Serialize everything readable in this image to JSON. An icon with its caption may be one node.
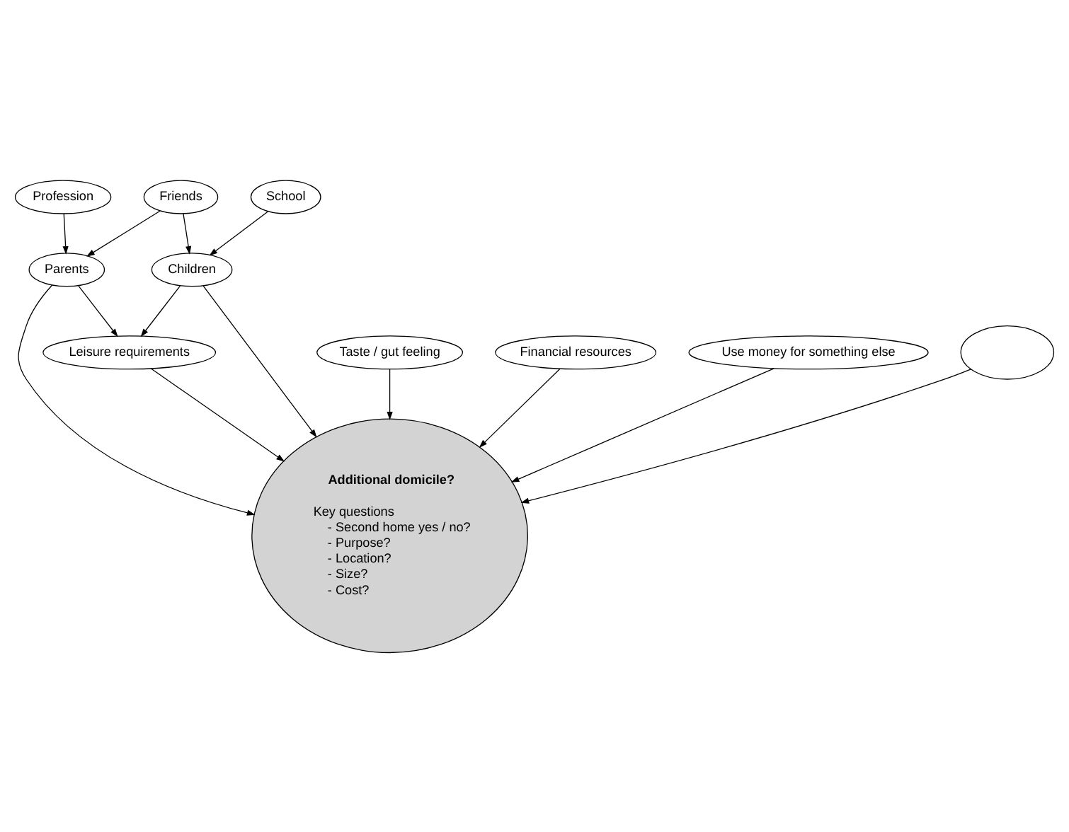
{
  "diagram": {
    "nodes": [
      {
        "text": [
          "Friends"
        ]
      },
      {
        "text": [
          "School"
        ]
      },
      {
        "text": [
          "Parents"
        ]
      },
      {
        "text": [
          "Leisure requirements"
        ]
      },
      {
        "text": [
          "Children"
        ]
      },
      {
        "text": [
          "Profession"
        ]
      },
      {
        "text": [
          "Taste / gut feeling"
        ]
      },
      {
        "text": [
          "Additional domicile?",
          "Key questions",
          "- Second home yes / no?",
          "- Purpose?",
          "- Location?",
          "- Size?",
          "- Cost?"
        ]
      },
      {
        "text": [
          "Financial resources"
        ]
      },
      {
        "text": [
          "Use money for something else"
        ]
      },
      {
        "text": [],
        "shape": "ellipse"
      }
    ],
    "edges": [
      {
        "from": 0,
        "to": 2,
        "arrow": "to"
      },
      {
        "from": 0,
        "to": 4,
        "arrow": "to"
      },
      {
        "from": 1,
        "to": 4,
        "arrow": "to"
      },
      {
        "from": 2,
        "to": 3,
        "arrow": "to"
      },
      {
        "from": 4,
        "to": 3,
        "arrow": "to"
      },
      {
        "from": 5,
        "to": 2,
        "arrow": "to"
      },
      {
        "from": 2,
        "to": 7,
        "arrow": "to"
      },
      {
        "from": 3,
        "to": 7,
        "arrow": "to"
      },
      {
        "from": 4,
        "to": 7,
        "arrow": "to"
      },
      {
        "from": 6,
        "to": 7,
        "arrow": "to"
      },
      {
        "from": 8,
        "to": 7,
        "arrow": "to"
      },
      {
        "from": 9,
        "to": 7,
        "arrow": "to"
      },
      {
        "from": 10,
        "to": 7,
        "arrow": "to"
      }
    ]
  }
}
